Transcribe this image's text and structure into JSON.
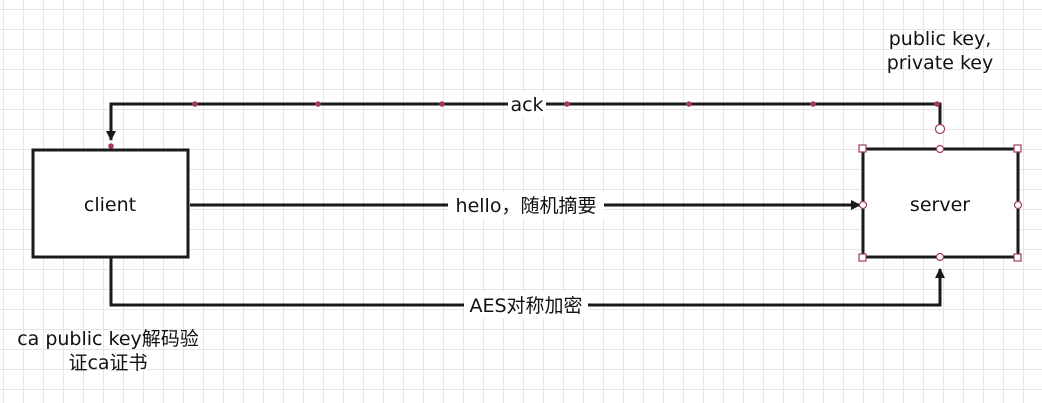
{
  "nodes": {
    "client": {
      "label": "client"
    },
    "server": {
      "label": "server"
    }
  },
  "edges": {
    "ack": {
      "label": "ack"
    },
    "hello": {
      "label": "hello，随机摘要"
    },
    "aes": {
      "label": "AES对称加密"
    }
  },
  "notes": {
    "server_keys": {
      "line1": "public key,",
      "line2": "private key"
    },
    "client_ca": {
      "line1": "ca public key解码验",
      "line2": "证ca证书"
    }
  },
  "colors": {
    "stroke": "#1a1a1a",
    "handle": "#a33a5c",
    "handle_fill": "#ffffff",
    "grid": "#e6e6e6"
  }
}
